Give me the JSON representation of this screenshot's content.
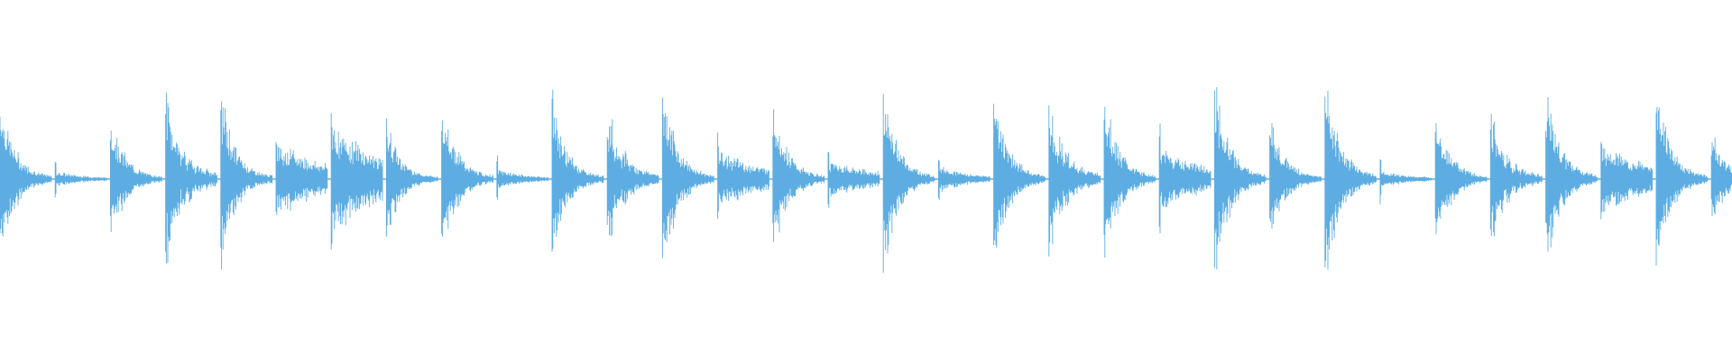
{
  "waveform": {
    "color": "#5dade2",
    "background": "#ffffff",
    "beats": [
      {
        "peak": 0.8,
        "kind": "drum"
      },
      {
        "peak": 0.2,
        "kind": "soft"
      },
      {
        "peak": 0.62,
        "kind": "drum"
      },
      {
        "peak": 0.86,
        "kind": "busy"
      },
      {
        "peak": 0.82,
        "kind": "drum"
      },
      {
        "peak": 0.6,
        "kind": "sustain"
      },
      {
        "peak": 0.9,
        "kind": "sustain"
      },
      {
        "peak": 0.55,
        "kind": "drum"
      },
      {
        "peak": 0.8,
        "kind": "drum"
      },
      {
        "peak": 0.25,
        "kind": "soft"
      },
      {
        "peak": 0.75,
        "kind": "drum"
      },
      {
        "peak": 0.72,
        "kind": "busy"
      },
      {
        "peak": 0.88,
        "kind": "drum"
      },
      {
        "peak": 0.45,
        "kind": "sustain"
      },
      {
        "peak": 0.75,
        "kind": "drum"
      },
      {
        "peak": 0.3,
        "kind": "sustain"
      },
      {
        "peak": 0.85,
        "kind": "drum"
      },
      {
        "peak": 0.35,
        "kind": "soft"
      },
      {
        "peak": 0.86,
        "kind": "drum"
      },
      {
        "peak": 0.76,
        "kind": "busy"
      },
      {
        "peak": 0.82,
        "kind": "drum"
      },
      {
        "peak": 0.5,
        "kind": "sustain"
      },
      {
        "peak": 0.95,
        "kind": "drum"
      },
      {
        "peak": 0.62,
        "kind": "drum"
      },
      {
        "peak": 1.0,
        "kind": "drum"
      },
      {
        "peak": 0.22,
        "kind": "soft"
      },
      {
        "peak": 0.68,
        "kind": "drum"
      },
      {
        "peak": 0.62,
        "kind": "busy"
      },
      {
        "peak": 0.9,
        "kind": "drum"
      },
      {
        "peak": 0.55,
        "kind": "sustain"
      },
      {
        "peak": 0.86,
        "kind": "drum"
      },
      {
        "peak": 0.45,
        "kind": "drum"
      }
    ]
  }
}
